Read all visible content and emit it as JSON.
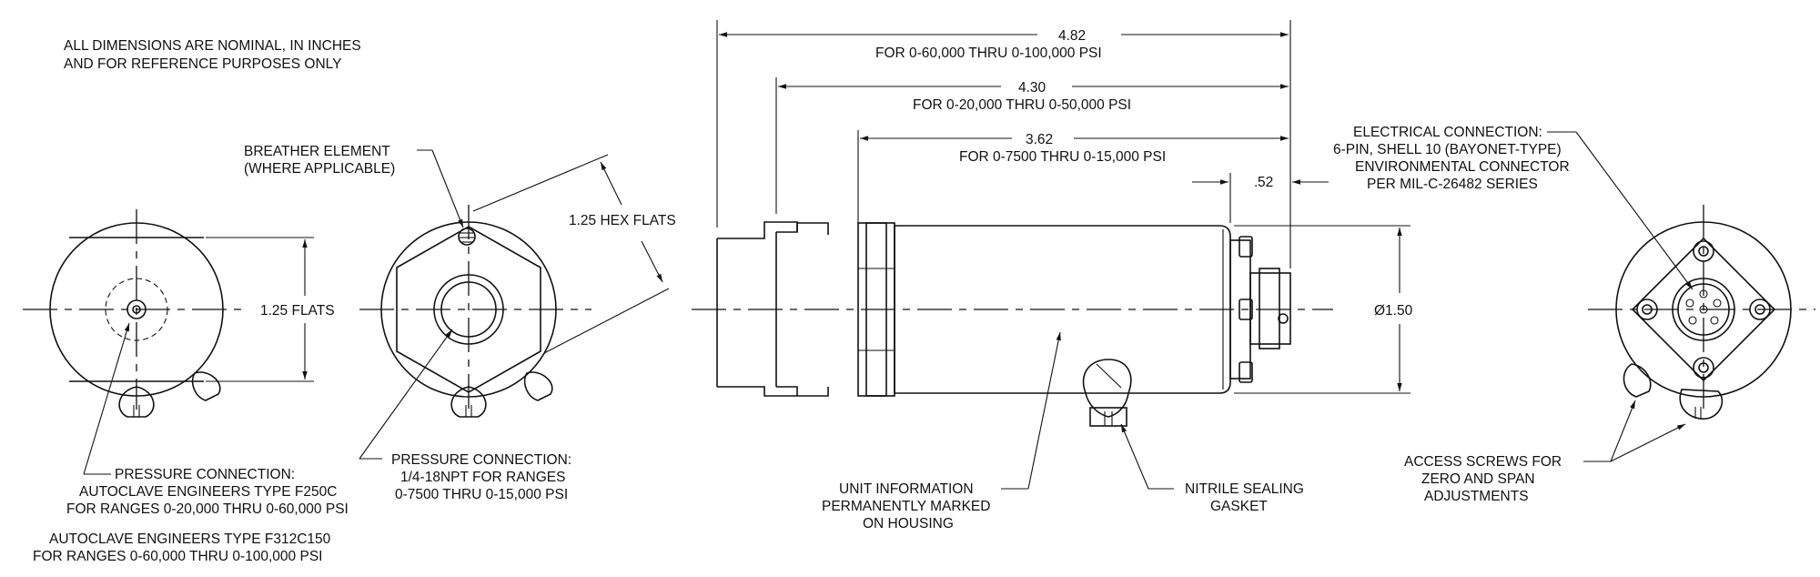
{
  "notes": {
    "line1": "ALL DIMENSIONS ARE NOMINAL, IN INCHES",
    "line2": "AND FOR REFERENCE PURPOSES ONLY"
  },
  "dimensions": {
    "d482": {
      "value": "4.82",
      "note": "FOR 0-60,000 THRU 0-100,000 PSI"
    },
    "d430": {
      "value": "4.30",
      "note": "FOR 0-20,000 THRU 0-50,000 PSI"
    },
    "d362": {
      "value": "3.62",
      "note": "FOR 0-7500 THRU 0-15,000 PSI"
    },
    "d052": "52",
    "d052_prefix": ".",
    "flats": "1.25 FLATS",
    "hex_flats": "1.25 HEX FLATS",
    "diameter": "Ø1.50"
  },
  "callouts": {
    "breather": [
      "BREATHER ELEMENT",
      "(WHERE APPLICABLE)"
    ],
    "electrical": [
      "ELECTRICAL CONNECTION:",
      "6-PIN, SHELL 10 (BAYONET-TYPE)",
      "ENVIRONMENTAL CONNECTOR",
      "PER MIL-C-26482 SERIES"
    ],
    "pressure_left": [
      "PRESSURE CONNECTION:",
      "AUTOCLAVE ENGINEERS TYPE F250C",
      "FOR RANGES 0-20,000 THRU 0-60,000 PSI",
      "AUTOCLAVE ENGINEERS TYPE F312C150",
      "FOR RANGES 0-60,000 THRU 0-100,000 PSI"
    ],
    "pressure_mid": [
      "PRESSURE CONNECTION:",
      "1/4-18NPT FOR RANGES",
      "0-7500 THRU 0-15,000 PSI"
    ],
    "unit_info": [
      "UNIT INFORMATION",
      "PERMANENTLY MARKED",
      "ON HOUSING"
    ],
    "gasket": [
      "NITRILE SEALING",
      "GASKET"
    ],
    "access": [
      "ACCESS SCREWS FOR",
      "ZERO AND SPAN",
      "ADJUSTMENTS"
    ]
  }
}
